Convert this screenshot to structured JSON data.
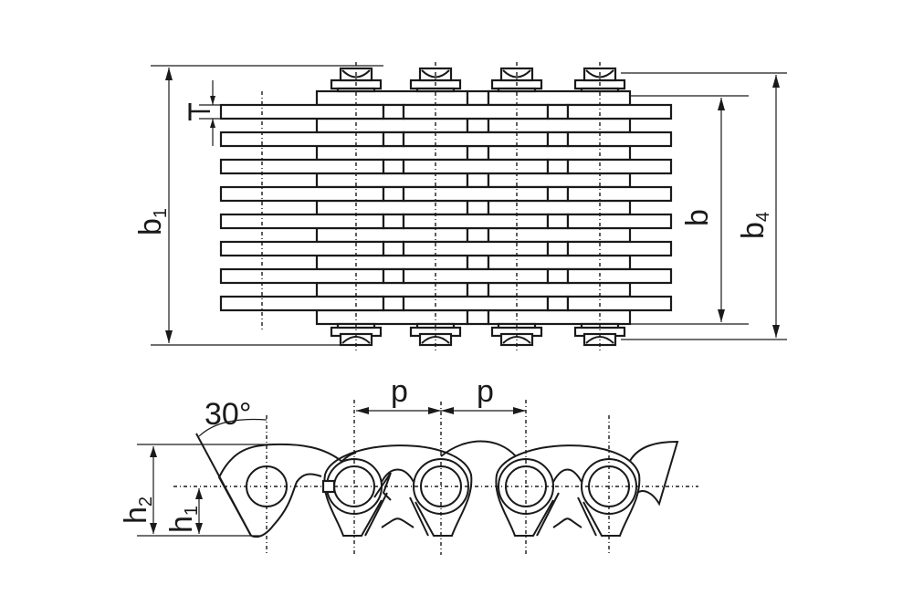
{
  "top_view": {
    "labels": {
      "b1_main": "b",
      "b1_sub": "1",
      "b": "b",
      "b4_main": "b",
      "b4_sub": "4",
      "t": "T"
    },
    "long_bar_rows": 8,
    "pin_count": 4
  },
  "side_view": {
    "labels": {
      "angle": "30°",
      "p_left": "p",
      "p_right": "p",
      "h2_main": "h",
      "h2_sub": "2",
      "h1_main": "h",
      "h1_sub": "1"
    }
  },
  "colors": {
    "ink": "#1a1a1a",
    "background": "#ffffff"
  }
}
